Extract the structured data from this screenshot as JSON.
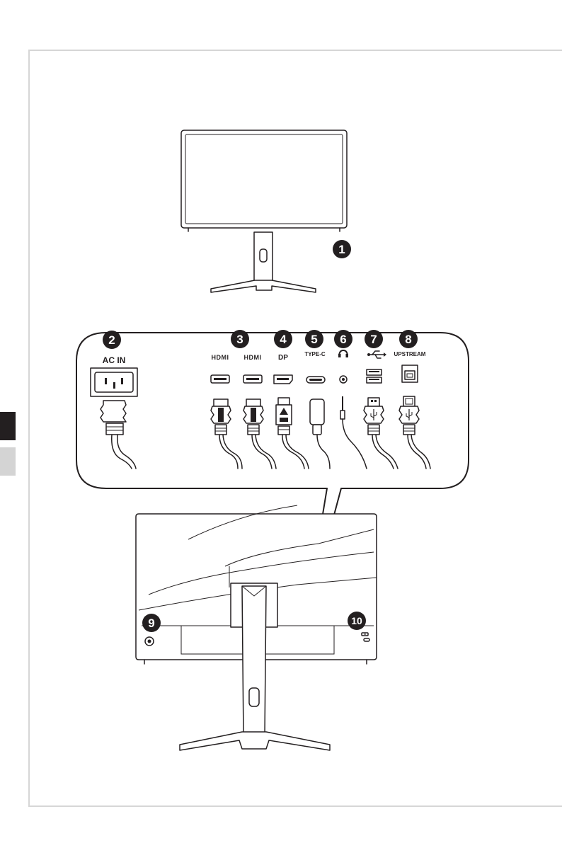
{
  "page": {
    "side_tabs": [
      "dark",
      "light"
    ]
  },
  "callouts": [
    {
      "number": "1"
    },
    {
      "number": "2",
      "label": "AC IN"
    },
    {
      "number": "3",
      "label_a": "HDMI",
      "label_b": "HDMI"
    },
    {
      "number": "4",
      "label": "DP"
    },
    {
      "number": "5",
      "label": "TYPE-C"
    },
    {
      "number": "6",
      "icon": "headphone-icon"
    },
    {
      "number": "7",
      "icon": "usb-icon"
    },
    {
      "number": "8",
      "label": "UPSTREAM"
    },
    {
      "number": "9"
    },
    {
      "number": "10",
      "icon": "kensington-lock-icon"
    }
  ],
  "colors": {
    "ink": "#231f20",
    "tab_dark": "#231f20",
    "tab_light": "#d4d4d4",
    "frame": "#d6d6d6"
  }
}
